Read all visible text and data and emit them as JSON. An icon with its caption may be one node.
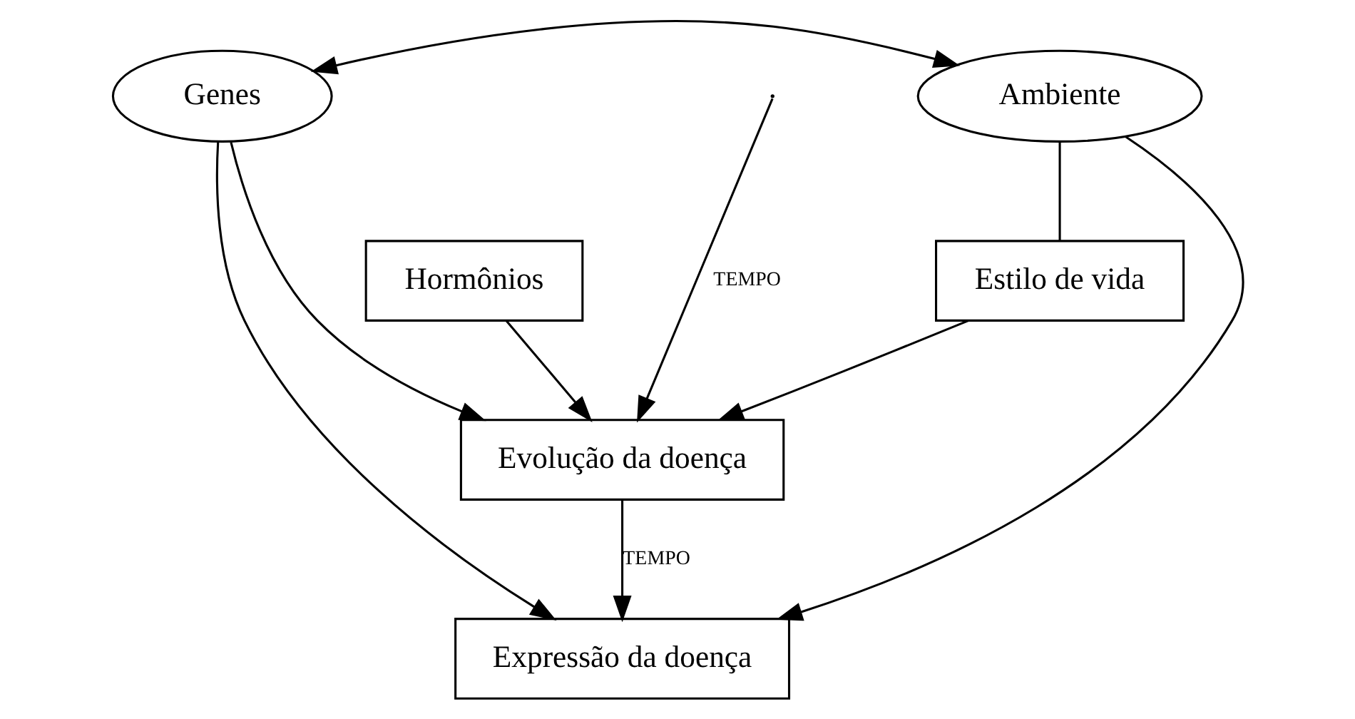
{
  "diagram": {
    "nodes": [
      {
        "text": [
          "Genes"
        ]
      },
      {
        "text": [
          "Ambiente"
        ]
      },
      {
        "text": [
          "Estilo de vida"
        ]
      },
      {
        "text": [
          "Evolução da doença"
        ]
      },
      {
        "text": [
          "Hormônios"
        ]
      },
      {
        "text": [
          "Expressão da doença"
        ]
      }
    ],
    "edges": [
      {
        "from": 0,
        "to": 1,
        "arrow": "both"
      },
      {
        "from": null,
        "to": 3,
        "arrow": "to",
        "label": "TEMPO"
      },
      {
        "from": 0,
        "to": 3,
        "arrow": "to"
      },
      {
        "from": 1,
        "to": 2,
        "arrow": "none"
      },
      {
        "from": 2,
        "to": 3,
        "arrow": "to"
      },
      {
        "from": 4,
        "to": 3,
        "arrow": "to"
      },
      {
        "from": 3,
        "to": 5,
        "arrow": "to",
        "label": "TEMPO"
      },
      {
        "from": 0,
        "to": 5,
        "arrow": "to"
      },
      {
        "from": 1,
        "to": 5,
        "arrow": "to"
      }
    ]
  }
}
